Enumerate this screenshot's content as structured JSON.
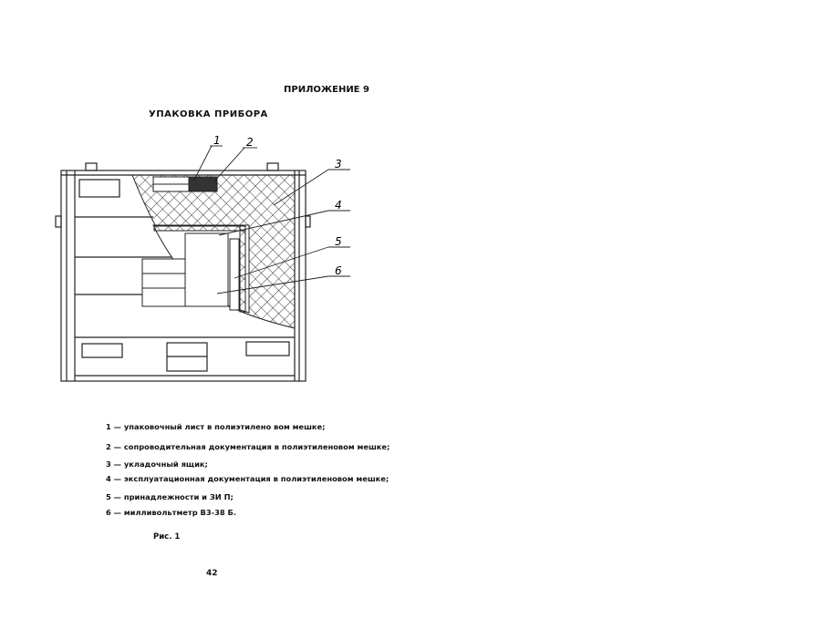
{
  "header": {
    "appendix": "ПРИЛОЖЕНИЕ 9",
    "title": "УПАКОВКА ПРИБОРА"
  },
  "figure": {
    "callouts": [
      "1",
      "2",
      "3",
      "4",
      "5",
      "6"
    ],
    "caption": "Рис. 1"
  },
  "legend": [
    "1 — упаковочный лист в полиэтилено вом мешке;",
    "2 — сопроводительная документация в полиэтиленовом мешке;",
    "3 — укладочный ящик;",
    "4 — эксплуатационная документация в полиэтиленовом мешке;",
    "5 — принадлежности и ЗИ     П;",
    "6 — милливольтметр В3-38      Б."
  ],
  "page_number": "42"
}
